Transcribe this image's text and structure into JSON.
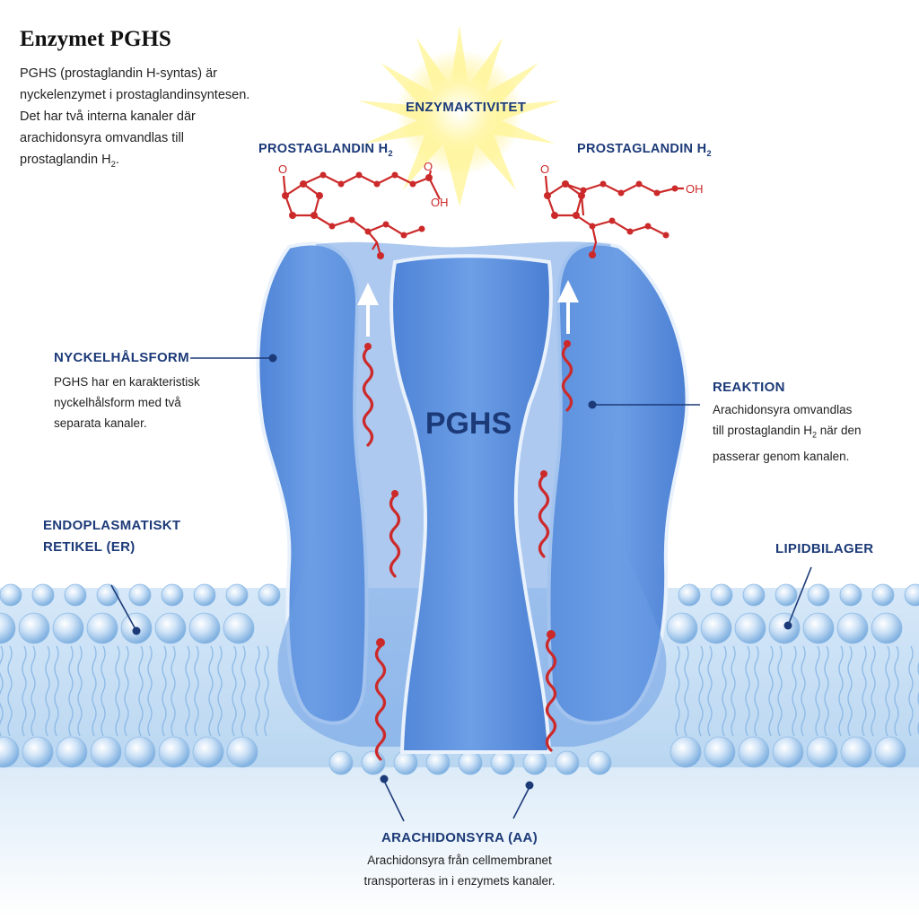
{
  "header": {
    "title": "Enzymet PGHS",
    "intro_lines": [
      "PGHS (prostaglandin H-syntas) är",
      "nyckelenzymet i prostaglandinsyntesen.",
      "Det har två interna kanaler där",
      "arachidonsyra omvandlas till",
      "prostaglandin H"
    ],
    "intro_sub": "2",
    "intro_end": "."
  },
  "labels": {
    "activity": "ENZYMAKTIVITET",
    "pg_left": "PROSTAGLANDIN H",
    "pg_right": "PROSTAGLANDIN H",
    "pg_sub": "2",
    "enzyme": "PGHS",
    "keyhole": "NYCKELHÅLSFORM",
    "keyhole_lines": [
      "PGHS har en karakteristisk",
      "nyckelhålsform med två",
      "separata kanaler."
    ],
    "reaction": "REAKTION",
    "reaction_line1": "Arachidonsyra omvandlas",
    "reaction_line2a": "till prostaglandin H",
    "reaction_line2b": " när den",
    "reaction_line3": "passerar genom kanalen.",
    "er_lines": [
      "ENDOPLASMATISKT",
      "RETIKEL (ER)"
    ],
    "lipid": "LIPIDBILAGER",
    "aa": "ARACHIDONSYRA (AA)",
    "aa_lines": [
      "Arachidonsyra från cellmembranet",
      "transporteras in i enzymets kanaler."
    ],
    "mol_o": "O",
    "mol_oh": "OH"
  },
  "colors": {
    "protein": "#5b8fdc",
    "protein_dark": "#3a6cc0",
    "lipid": "#a8cdee",
    "molecule": "#cc2a2a",
    "label_blue": "#1c3a78",
    "sun": "#fff07a"
  }
}
